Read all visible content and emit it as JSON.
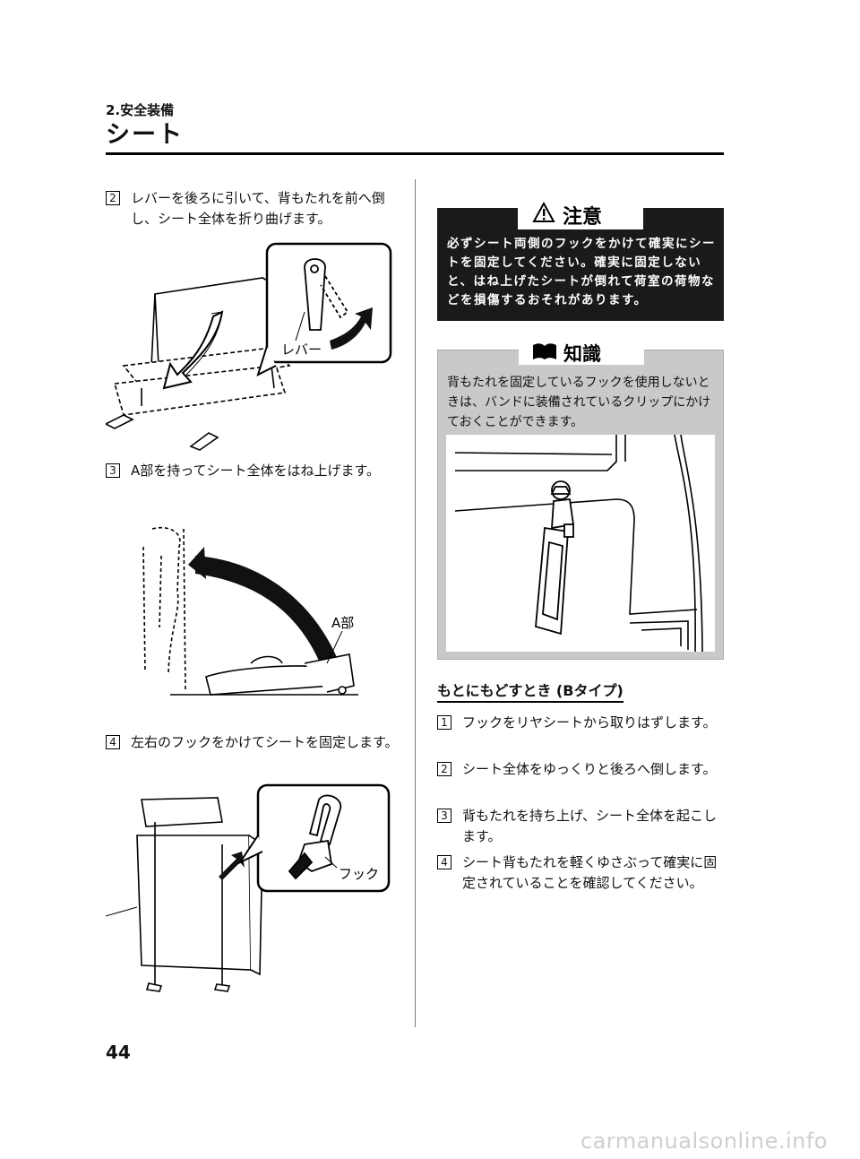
{
  "header": {
    "chapter": "2.安全装備",
    "title": "シート"
  },
  "left": {
    "step2": {
      "num": "2",
      "text": "レバーを後ろに引いて、背もたれを前へ倒し、シート全体を折り曲げます。"
    },
    "fig1_label": "レバー",
    "step3": {
      "num": "3",
      "text": "A部を持ってシート全体をはね上げます。"
    },
    "fig2_label": "A部",
    "step4": {
      "num": "4",
      "text": "左右のフックをかけてシートを固定します。"
    },
    "fig3_label": "フック"
  },
  "caution": {
    "title": "注意",
    "icon": "warning-triangle-icon",
    "text": "必ずシート両側のフックをかけて確実にシートを固定してください。確実に固定しないと、はね上げたシートが倒れて荷室の荷物などを損傷するおそれがあります。"
  },
  "info": {
    "title": "知識",
    "icon": "book-icon",
    "text": "背もたれを固定しているフックを使用しないときは、バンドに装備されているクリップにかけておくことができます。"
  },
  "return": {
    "heading": "もとにもどすとき (Bタイプ)",
    "steps": [
      {
        "num": "1",
        "text": "フックをリヤシートから取りはずします。"
      },
      {
        "num": "2",
        "text": "シート全体をゆっくりと後ろへ倒します。"
      },
      {
        "num": "3",
        "text": "背もたれを持ち上げ、シート全体を起こします。"
      },
      {
        "num": "4",
        "text": "シート背もたれを軽くゆさぶって確実に固定されていることを確認してください。"
      }
    ]
  },
  "page_number": "44",
  "watermark": "carmanualsonline.info"
}
